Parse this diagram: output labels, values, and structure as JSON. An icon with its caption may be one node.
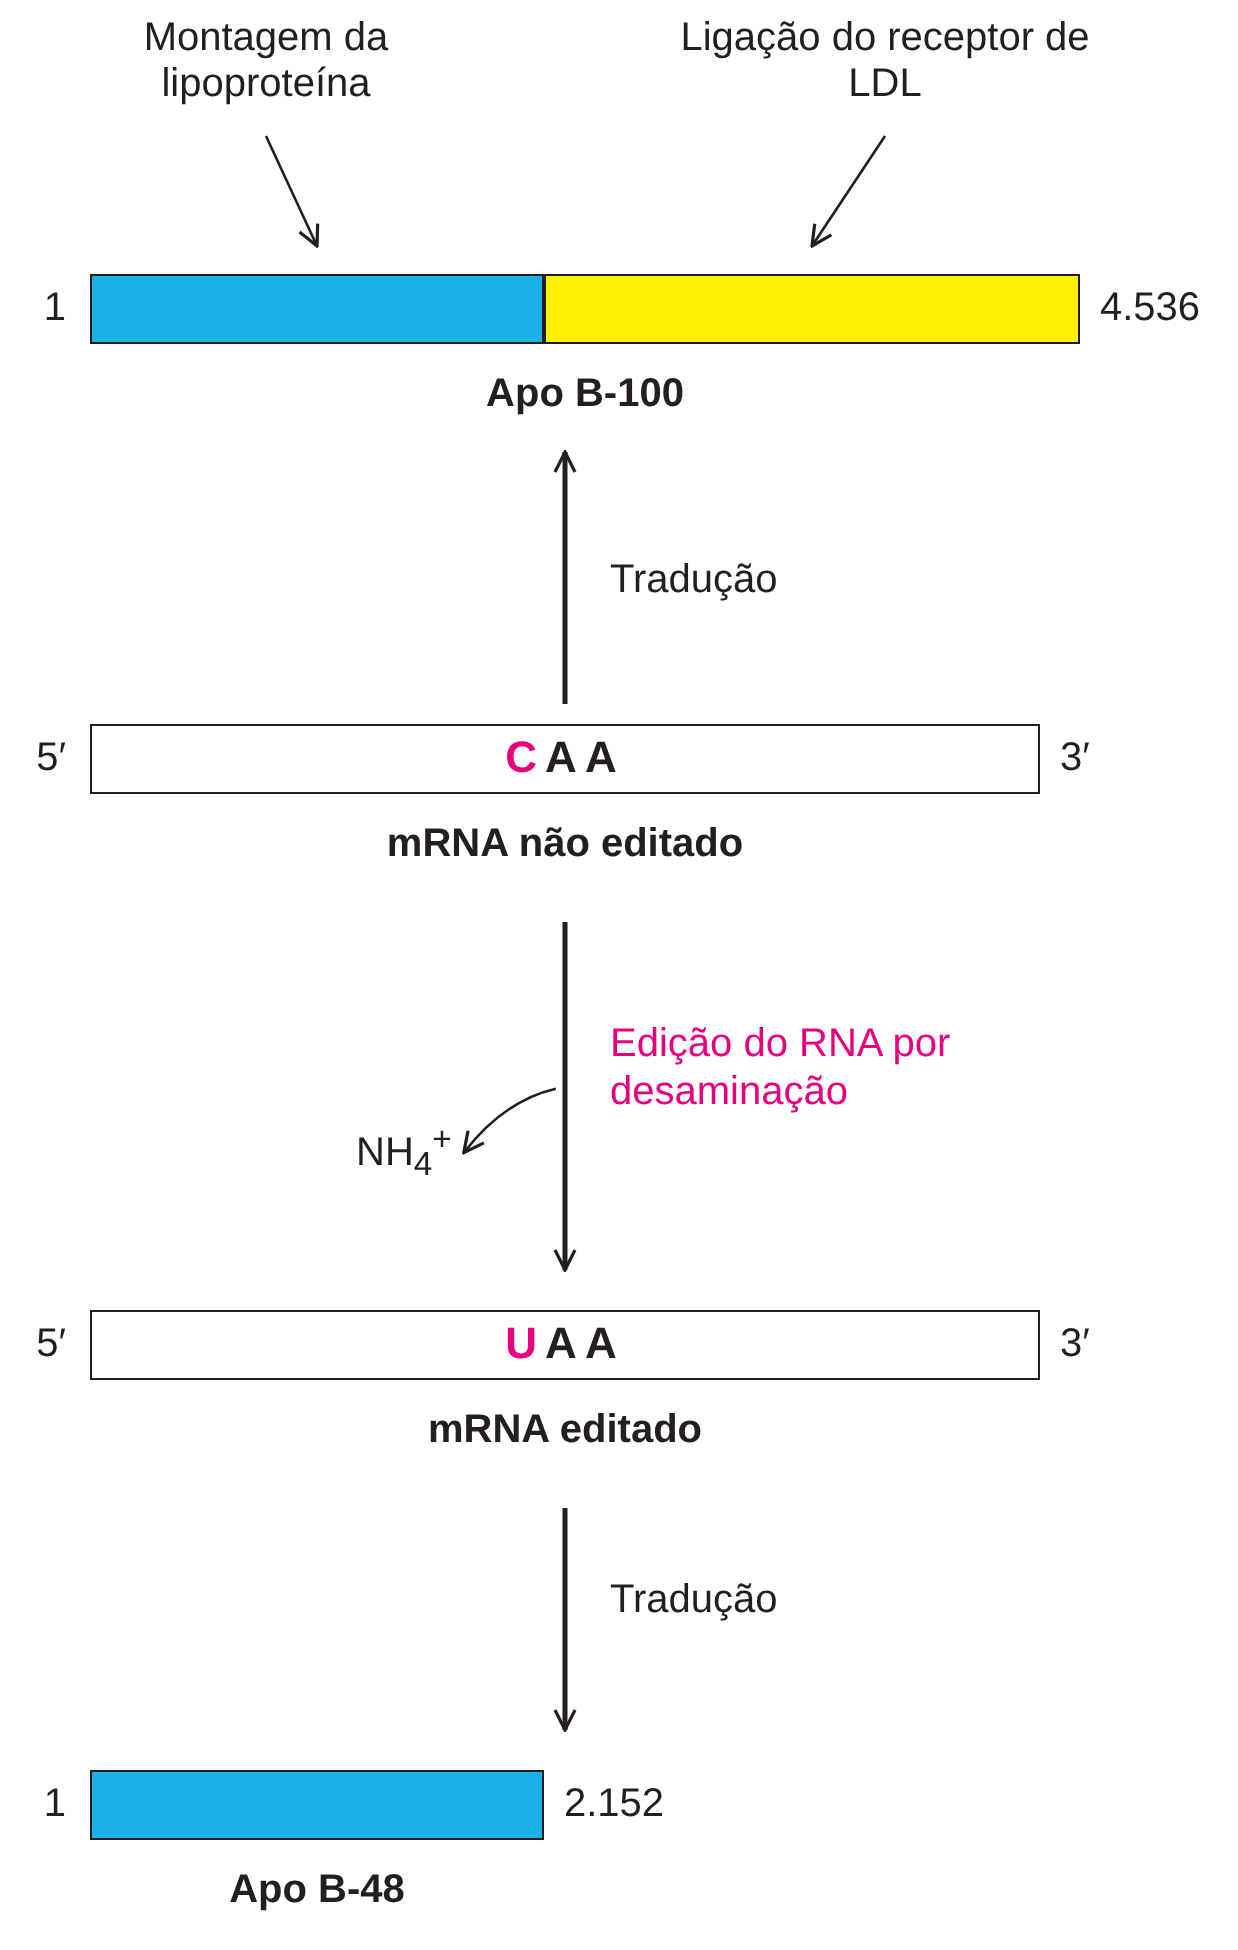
{
  "diagram": {
    "nodes": [
      {
        "text": [
          "Montagem da lipoproteína"
        ]
      },
      {
        "text": [
          "Ligação do receptor de LDL"
        ]
      },
      {
        "text": [
          "Apo B-100"
        ],
        "beside": [
          "1",
          "4.536"
        ]
      },
      {
        "text": [],
        "shape": "bar",
        "in": 2
      },
      {
        "text": [],
        "shape": "bar",
        "in": 2
      },
      {
        "text": [
          "CAA",
          "mRNA não editado"
        ],
        "beside": [
          "5′",
          "3′"
        ]
      },
      {
        "text": [
          "NH$_{4}$$^{+}$"
        ]
      },
      {
        "text": [
          "UAA",
          "mRNA editado"
        ],
        "beside": [
          "5′",
          "3′"
        ]
      },
      {
        "text": [
          "Apo B-48"
        ],
        "beside": [
          "1",
          "2.152"
        ]
      }
    ],
    "edges": [
      {
        "from": 0,
        "to": 3,
        "arrow": "to"
      },
      {
        "from": 1,
        "to": 4,
        "arrow": "to"
      },
      {
        "from": 5,
        "to": 2,
        "arrow": "to",
        "label": "Tradução"
      },
      {
        "from": 5,
        "to": 7,
        "arrow": "to",
        "label": "Edição do RNA por desaminação"
      },
      {
        "from": null,
        "to": 6,
        "arrow": "to"
      },
      {
        "from": 7,
        "to": 8,
        "arrow": "to",
        "label": "Tradução"
      }
    ]
  }
}
